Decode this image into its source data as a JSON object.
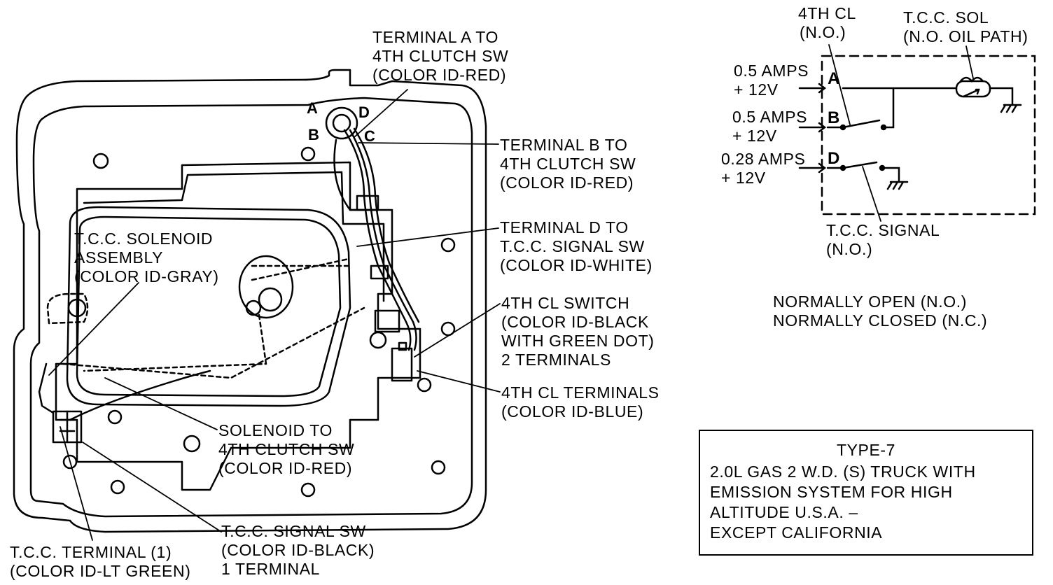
{
  "pan_labels": {
    "term_a": [
      "TERMINAL A TO",
      "4TH CLUTCH SW",
      "(COLOR ID-RED)"
    ],
    "term_b": [
      "TERMINAL B TO",
      "4TH CLUTCH SW",
      "(COLOR ID-RED)"
    ],
    "term_d": [
      "TERMINAL D TO",
      "T.C.C. SIGNAL SW",
      "(COLOR ID-WHITE)"
    ],
    "cl_switch": [
      "4TH CL SWITCH",
      "(COLOR ID-BLACK",
      "WITH GREEN DOT)",
      "2 TERMINALS"
    ],
    "cl_terminals": [
      "4TH CL TERMINALS",
      "(COLOR ID-BLUE)"
    ],
    "solenoid_assembly": [
      "T.C.C. SOLENOID",
      "ASSEMBLY",
      "(COLOR ID-GRAY)"
    ],
    "solenoid_to_clutch": [
      "SOLENOID TO",
      "4TH CLUTCH SW",
      "(COLOR ID-RED)"
    ],
    "signal_sw": [
      "T.C.C. SIGNAL SW",
      "(COLOR ID-BLACK)",
      "1 TERMINAL"
    ],
    "tcc_terminal": [
      "T.C.C. TERMINAL (1)",
      "(COLOR ID-LT GREEN)"
    ]
  },
  "connector_letters": {
    "a": "A",
    "b": "B",
    "c": "C",
    "d": "D"
  },
  "schematic": {
    "cl_label": [
      "4TH CL",
      "(N.O.)"
    ],
    "sol_label": [
      "T.C.C. SOL",
      "(N.O. OIL PATH)"
    ],
    "signal_label": [
      "T.C.C. SIGNAL",
      "(N.O.)"
    ],
    "inputs": [
      {
        "amps": "0.5 AMPS",
        "volts": "+ 12V",
        "pin": "A"
      },
      {
        "amps": "0.5 AMPS",
        "volts": "+ 12V",
        "pin": "B"
      },
      {
        "amps": "0.28 AMPS",
        "volts": "+ 12V",
        "pin": "D"
      }
    ]
  },
  "legend": [
    "NORMALLY OPEN (N.O.)",
    "NORMALLY CLOSED (N.C.)"
  ],
  "type_box": {
    "title": "TYPE-7",
    "lines": [
      "2.0L GAS 2 W.D. (S) TRUCK WITH",
      "EMISSION SYSTEM FOR HIGH",
      "ALTITUDE U.S.A. –",
      "EXCEPT CALIFORNIA"
    ]
  }
}
